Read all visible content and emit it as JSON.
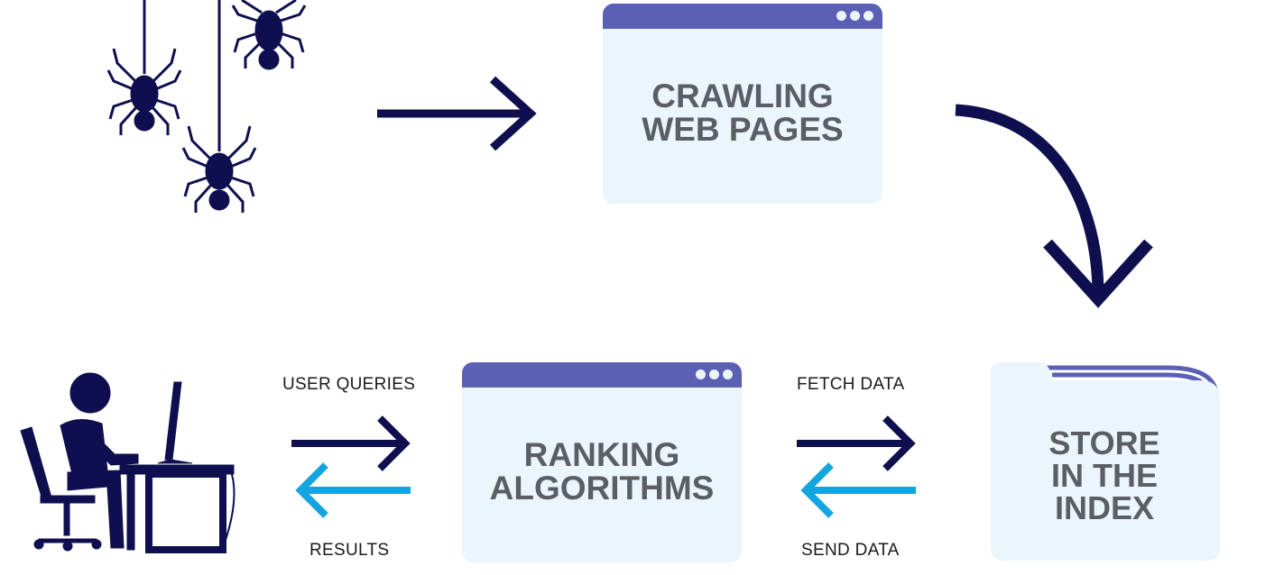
{
  "colors": {
    "navy": "#0f0f50",
    "cyan": "#14a5e0",
    "window_header": "#5b60b4",
    "window_body": "#eaf6fc",
    "box_text": "#5b5f63"
  },
  "icons": [
    "spiders-icon",
    "arrow-right-icon",
    "curved-arrow-down-icon",
    "user-at-computer-icon",
    "folder-icon",
    "window-dots-icon"
  ],
  "crawl_box": {
    "line1": "CRAWLING",
    "line2": "WEB PAGES"
  },
  "ranking_box": {
    "line1": "RANKING",
    "line2": "ALGORITHMS"
  },
  "index_box": {
    "line1": "STORE",
    "line2": "IN THE",
    "line3": "INDEX"
  },
  "labels": {
    "user_queries": "USER QUERIES",
    "results": "RESULTS",
    "fetch_data": "FETCH DATA",
    "send_data": "SEND DATA"
  }
}
